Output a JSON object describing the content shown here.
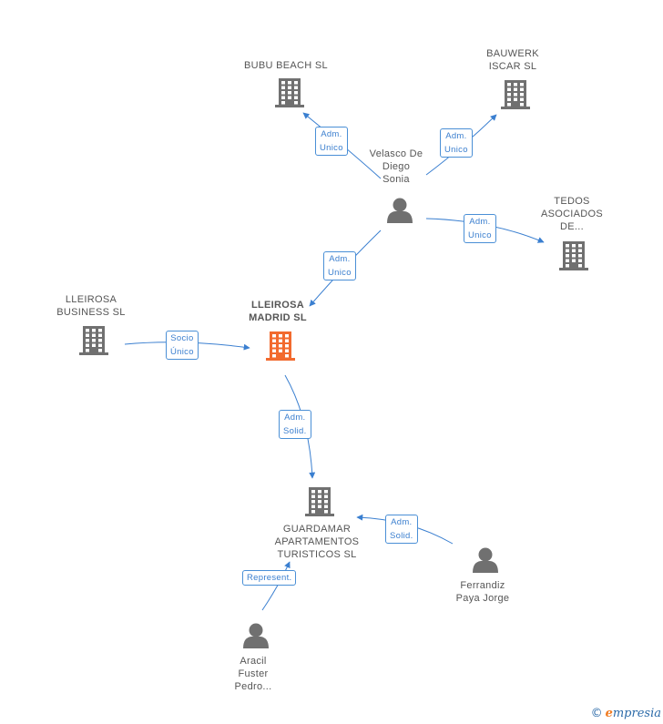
{
  "colors": {
    "edge": "#3a7fd0",
    "building_default": "#707070",
    "building_focus": "#f26a2e",
    "person": "#707070",
    "label": "#555555"
  },
  "nodes": {
    "bubu": {
      "lines": [
        "BUBU BEACH SL"
      ],
      "icon": "building-icon"
    },
    "bauwerk": {
      "lines": [
        "BAUWERK",
        "ISCAR SL"
      ],
      "icon": "building-icon"
    },
    "velasco": {
      "lines": [
        "Velasco De",
        "Diego",
        "Sonia"
      ],
      "icon": "person-icon"
    },
    "tedos": {
      "lines": [
        "TEDOS",
        "ASOCIADOS",
        "DE..."
      ],
      "icon": "building-icon"
    },
    "lleirosa_business": {
      "lines": [
        "LLEIROSA",
        "BUSINESS SL"
      ],
      "icon": "building-icon"
    },
    "lleirosa_madrid": {
      "lines": [
        "LLEIROSA",
        "MADRID SL"
      ],
      "icon": "building-icon"
    },
    "guardamar": {
      "lines": [
        "GUARDAMAR",
        "APARTAMENTOS",
        "TURISTICOS SL"
      ],
      "icon": "building-icon"
    },
    "ferrandiz": {
      "lines": [
        "Ferrandiz",
        "Paya Jorge"
      ],
      "icon": "person-icon"
    },
    "aracil": {
      "lines": [
        "Aracil",
        "Fuster",
        "Pedro..."
      ],
      "icon": "person-icon"
    }
  },
  "edges": {
    "velasco_bubu": "Adm.\nUnico",
    "velasco_bauwerk": "Adm.\nUnico",
    "velasco_tedos": "Adm.\nUnico",
    "velasco_madrid": "Adm.\nUnico",
    "business_madrid": "Socio\nÚnico",
    "madrid_guardamar": "Adm.\nSolid.",
    "ferrandiz_guardamar": "Adm.\nSolid.",
    "aracil_guardamar": "Represent."
  },
  "brand": {
    "copyright": "©",
    "first_letter": "e",
    "rest": "mpresia"
  }
}
